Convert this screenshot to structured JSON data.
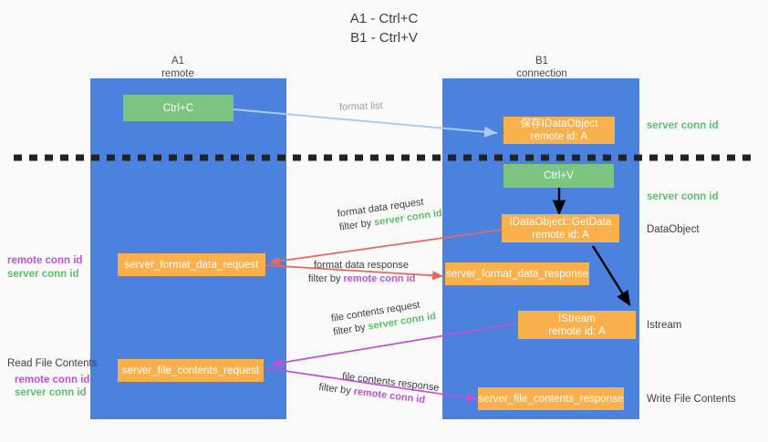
{
  "title": "A1 - Ctrl+C\nB1 - Ctrl+V",
  "columns": [
    {
      "name": "A1",
      "sub": "remote"
    },
    {
      "name": "B1",
      "sub": "connection"
    }
  ],
  "colors": {
    "lane": "#4a82dd",
    "green_box": "#7cc47f",
    "orange_box": "#fbb14b",
    "server_conn": "#60bd6d",
    "remote_conn": "#c050d8",
    "divider": "#222222",
    "arrow_blue": "#a8cdf0",
    "arrow_red": "#e8685f",
    "arrow_purple": "#c050d8",
    "arrow_black": "#000000"
  },
  "boxes": {
    "ctrl_c": {
      "label": "Ctrl+C"
    },
    "ctrl_v": {
      "label": "Ctrl+V"
    },
    "save_idataobject": {
      "line1": "保存IDataObject",
      "line2": "remote id: A"
    },
    "getdata": {
      "line1": "IDataObject::GetData",
      "line2": "remote id: A"
    },
    "istream": {
      "line1": "IStream",
      "line2": "remote id: A"
    },
    "format_data_request": {
      "label": "server_format_data_request"
    },
    "format_data_response": {
      "label": "server_format_data_response"
    },
    "file_contents_request": {
      "label": "server_file_contents_request"
    },
    "file_contents_response": {
      "label": "server_file_contents_response"
    }
  },
  "right_labels": {
    "server_conn_1": "server conn id",
    "server_conn_2": "server conn id",
    "data_object": "DataObject",
    "istream": "Istream",
    "write_file_contents": "Write File Contents"
  },
  "left_labels": {
    "remote_conn_1": "remote conn id",
    "server_conn_1": "server conn id",
    "read_file_contents": "Read File Contents",
    "remote_conn_2": "remote conn id",
    "server_conn_2": "server conn id"
  },
  "edges": {
    "format_list": "format list",
    "format_data_request": {
      "line1": "format data request",
      "prefix": "filter by ",
      "conn": "server conn id"
    },
    "format_data_response": {
      "line1": "format data response",
      "prefix": "filter by ",
      "conn": "remote conn id"
    },
    "file_contents_request": {
      "line1": "file contents request",
      "prefix": "filter by ",
      "conn": "server conn id"
    },
    "file_contents_response": {
      "line1": "file contents response",
      "prefix": "filter by ",
      "conn": "remote conn id"
    }
  }
}
